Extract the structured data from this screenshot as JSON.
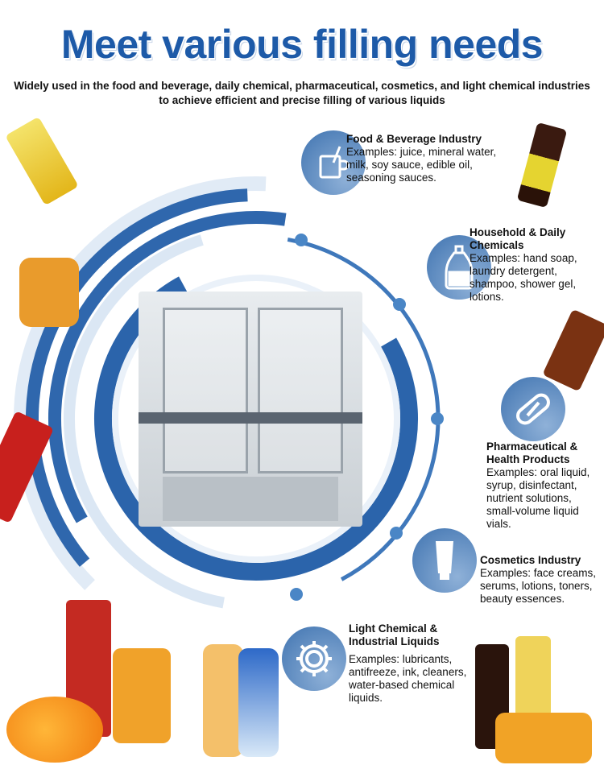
{
  "header": {
    "title": "Meet various filling needs",
    "subtitle": "Widely used in the food and beverage, daily chemical, pharmaceutical, cosmetics, and light chemical industries to achieve efficient and precise filling of various liquids"
  },
  "industries": [
    {
      "title": "Food & Beverage Industry",
      "examples": "Examples: juice, mineral water, milk, soy sauce, edible oil, seasoning sauces.",
      "icon": "cup-icon"
    },
    {
      "title": "Household & Daily Chemicals",
      "examples": "Examples: hand soap, laundry detergent, shampoo, shower gel, lotions.",
      "icon": "detergent-bottle-icon"
    },
    {
      "title": "Pharmaceutical & Health Products",
      "examples": "Examples: oral liquid, syrup, disinfectant, nutrient solutions, small-volume liquid vials.",
      "icon": "capsule-icon"
    },
    {
      "title": "Cosmetics Industry",
      "examples": "Examples: face creams, serums, lotions, toners, beauty essences.",
      "icon": "cream-tube-icon"
    },
    {
      "title": "Light Chemical & Industrial Liquids",
      "examples": "Examples: lubricants, antifreeze, ink, cleaners, water-based chemical liquids.",
      "icon": "gear-icon"
    }
  ],
  "colors": {
    "primary": "#1d5aa8",
    "ring_dark": "#2f67ad",
    "ring_light": "#dbe7f4"
  }
}
